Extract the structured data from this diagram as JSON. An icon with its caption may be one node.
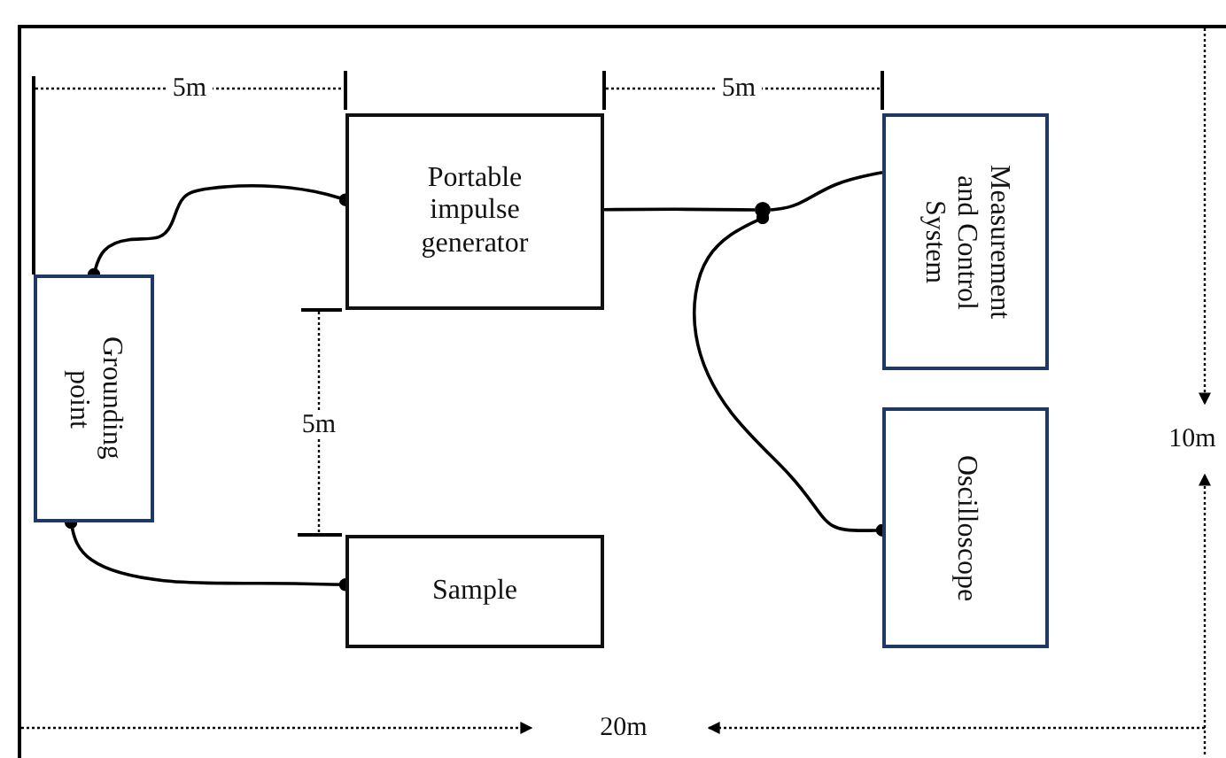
{
  "diagram": {
    "nodes": [
      {
        "text": [
          "Grounding point"
        ]
      },
      {
        "text": [
          "Portable impulse generator"
        ]
      },
      {
        "text": [
          "Measurement and Control System"
        ]
      },
      {
        "text": [
          "Oscilloscope"
        ]
      },
      {
        "text": [
          "Sample"
        ]
      },
      {
        "text": [],
        "shape": "circle"
      }
    ],
    "edges": [
      {
        "from": 0,
        "to": 1,
        "arrow": "other"
      },
      {
        "from": 0,
        "to": 4,
        "arrow": "other"
      },
      {
        "from": 1,
        "to": 5,
        "arrow": "none"
      },
      {
        "from": 5,
        "to": 2,
        "arrow": "none"
      },
      {
        "from": 5,
        "to": 3,
        "arrow": "other"
      }
    ],
    "labels": [
      "5m",
      "5m",
      "5m",
      "20m",
      "10m"
    ]
  }
}
